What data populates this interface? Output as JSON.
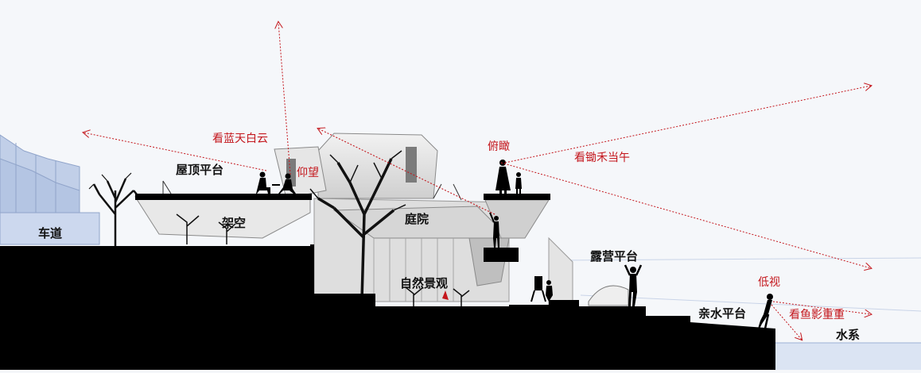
{
  "labels": {
    "roof_platform": "屋顶平台",
    "stilts": "架空",
    "courtyard": "庭院",
    "road": "车道",
    "natural_landscape": "自然景观",
    "camping_platform": "露营平台",
    "waterfront_platform": "亲水平台",
    "water_system": "水系"
  },
  "annotations": {
    "sky_clouds": "看蓝天白云",
    "look_up": "仰望",
    "overlook": "俯瞰",
    "field_view": "看锄禾当午",
    "look_down": "低视",
    "fish_shadows": "看鱼影重重"
  },
  "colors": {
    "sight_line": "#c4161c",
    "ground": "#000000",
    "sky": "#f5f7fa",
    "building_glass": "#a9bddf",
    "water": "#dbe4f3"
  }
}
